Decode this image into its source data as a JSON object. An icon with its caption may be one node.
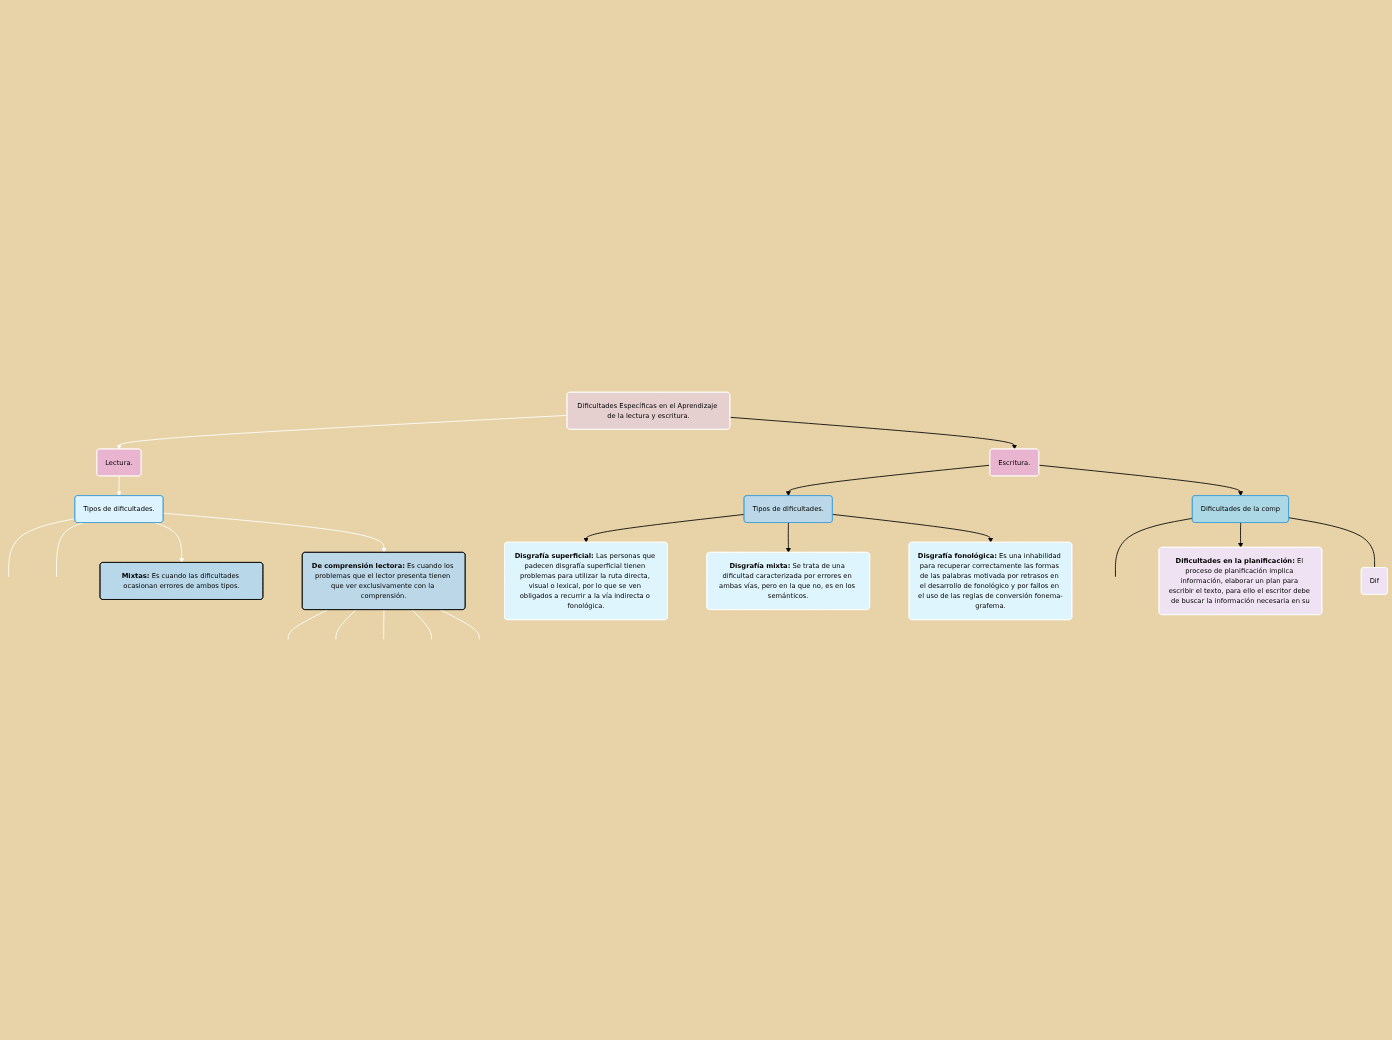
{
  "diagram": {
    "nodes": [
      {
        "text": [
          "Dificultades Específicas en el Aprendizaje de la lectura y escritura."
        ]
      },
      {
        "text": [
          "Lectura."
        ]
      },
      {
        "text": [
          "Escritura."
        ]
      },
      {
        "text": [
          "Tipos de dificultades."
        ]
      },
      {
        "text": [
          "**Mixtas:** Es cuando las dificultades ocasionan errores de ambos tipos."
        ]
      },
      {
        "text": [
          "**De comprensión lectora:** Es cuando los problemas que el lector presenta tienen que ver exclusivamente con la comprensión."
        ]
      },
      {
        "text": [
          "Tipos de dificultades."
        ]
      },
      {
        "text": [
          "**Disgrafía superficial:** Las personas que padecen disgrafía superficial tienen problemas para utilizar la ruta directa, visual o lexical, por lo que se ven obligados a recurrir a la vía indirecta o fonológica."
        ]
      },
      {
        "text": [
          "**Disgrafía mixta:** Se trata de una dificultad caracterizada por errores en ambas vías, pero en la que no, es en los semánticos."
        ]
      },
      {
        "text": [
          "**Disgrafía fonológica:** Es una inhabilidad para recuperar correctamente las formas de las palabras motivada por retrasos en el desarrollo de fonológico y por fallos en el uso de las reglas de conversión fonema-grafema."
        ]
      },
      {
        "text": [
          "Dificultades de la comp"
        ]
      },
      {
        "text": [
          "**Dificultades en la planificación:** El proceso de planificación implica información, elaborar un plan para escribir el texto, para ello el escritor debe de buscar la información necesaria en su"
        ]
      },
      {
        "text": [
          "Dif"
        ]
      }
    ],
    "edges": [
      {
        "from": 0,
        "to": 1,
        "arrow": "to",
        "color": "#ffffff"
      },
      {
        "from": 0,
        "to": 2,
        "arrow": "to",
        "color": "#000000"
      },
      {
        "from": 1,
        "to": 3,
        "arrow": "to",
        "color": "#ffffff"
      },
      {
        "from": 3,
        "to": null,
        "arrow": "none",
        "color": "#ffffff"
      },
      {
        "from": 3,
        "to": null,
        "arrow": "none",
        "color": "#ffffff"
      },
      {
        "from": 3,
        "to": 4,
        "arrow": "to",
        "color": "#ffffff"
      },
      {
        "from": 3,
        "to": 5,
        "arrow": "to",
        "color": "#ffffff"
      },
      {
        "from": 5,
        "to": null,
        "arrow": "none",
        "color": "#ffffff"
      },
      {
        "from": 5,
        "to": null,
        "arrow": "none",
        "color": "#ffffff"
      },
      {
        "from": 5,
        "to": null,
        "arrow": "none",
        "color": "#ffffff"
      },
      {
        "from": 5,
        "to": null,
        "arrow": "none",
        "color": "#ffffff"
      },
      {
        "from": 5,
        "to": null,
        "arrow": "none",
        "color": "#ffffff"
      },
      {
        "from": 2,
        "to": 6,
        "arrow": "to",
        "color": "#000000"
      },
      {
        "from": 2,
        "to": 10,
        "arrow": "to",
        "color": "#000000"
      },
      {
        "from": 6,
        "to": 7,
        "arrow": "to",
        "color": "#000000"
      },
      {
        "from": 6,
        "to": 9,
        "arrow": "to",
        "color": "#000000"
      },
      {
        "from": 6,
        "to": 8,
        "arrow": "to",
        "color": "#000000"
      },
      {
        "from": 10,
        "to": 11,
        "arrow": "to",
        "color": "#000000"
      },
      {
        "from": 10,
        "to": null,
        "arrow": "none",
        "color": "#000000"
      },
      {
        "from": 10,
        "to": 12,
        "arrow": "none",
        "color": "#000000"
      }
    ]
  }
}
